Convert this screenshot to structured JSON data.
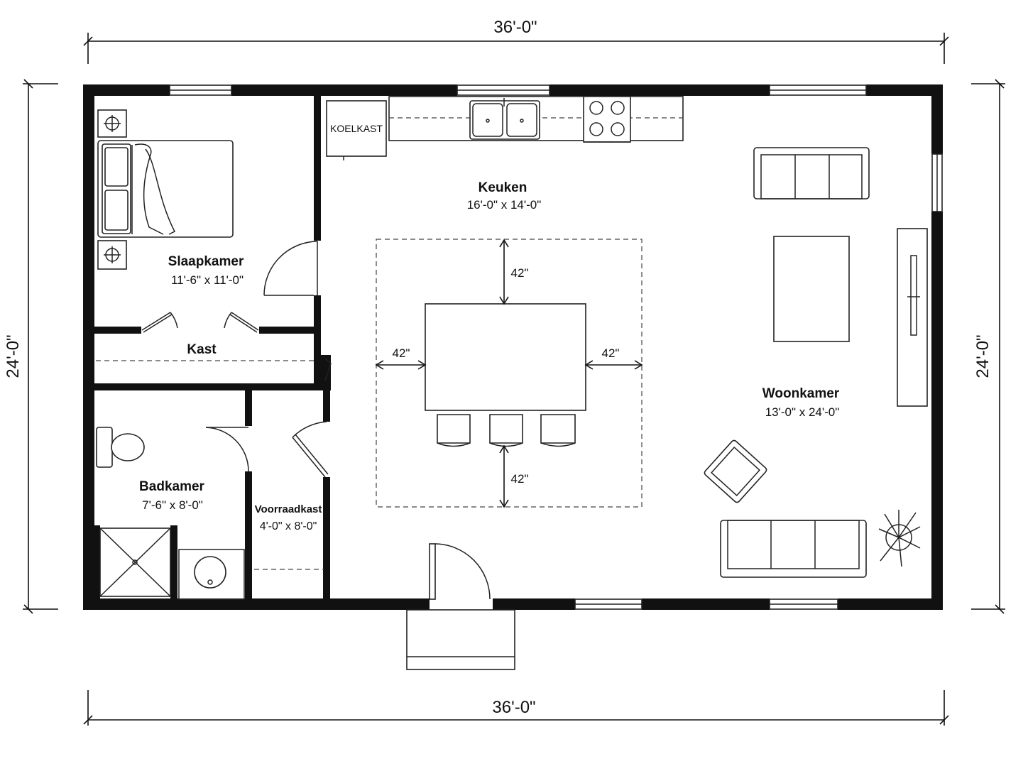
{
  "overall_dims": {
    "top": "36'-0\"",
    "bottom": "36'-0\"",
    "left": "24'-0\"",
    "right": "24'-0\""
  },
  "rooms": {
    "bedroom": {
      "name": "Slaapkamer",
      "size": "11'-6\" x 11'-0\""
    },
    "closet": {
      "name": "Kast"
    },
    "kitchen": {
      "name": "Keuken",
      "size": "16'-0\" x 14'-0\""
    },
    "living": {
      "name": "Woonkamer",
      "size": "13'-0\" x 24'-0\""
    },
    "bathroom": {
      "name": "Badkamer",
      "size": "7'-6\" x 8'-0\""
    },
    "pantry": {
      "name": "Voorraadkast",
      "size": "4'-0\" x 8'-0\""
    }
  },
  "fixtures": {
    "fridge": "KOELKAST"
  },
  "clearances": {
    "top": "42\"",
    "bottom": "42\"",
    "left": "42\"",
    "right": "42\""
  }
}
